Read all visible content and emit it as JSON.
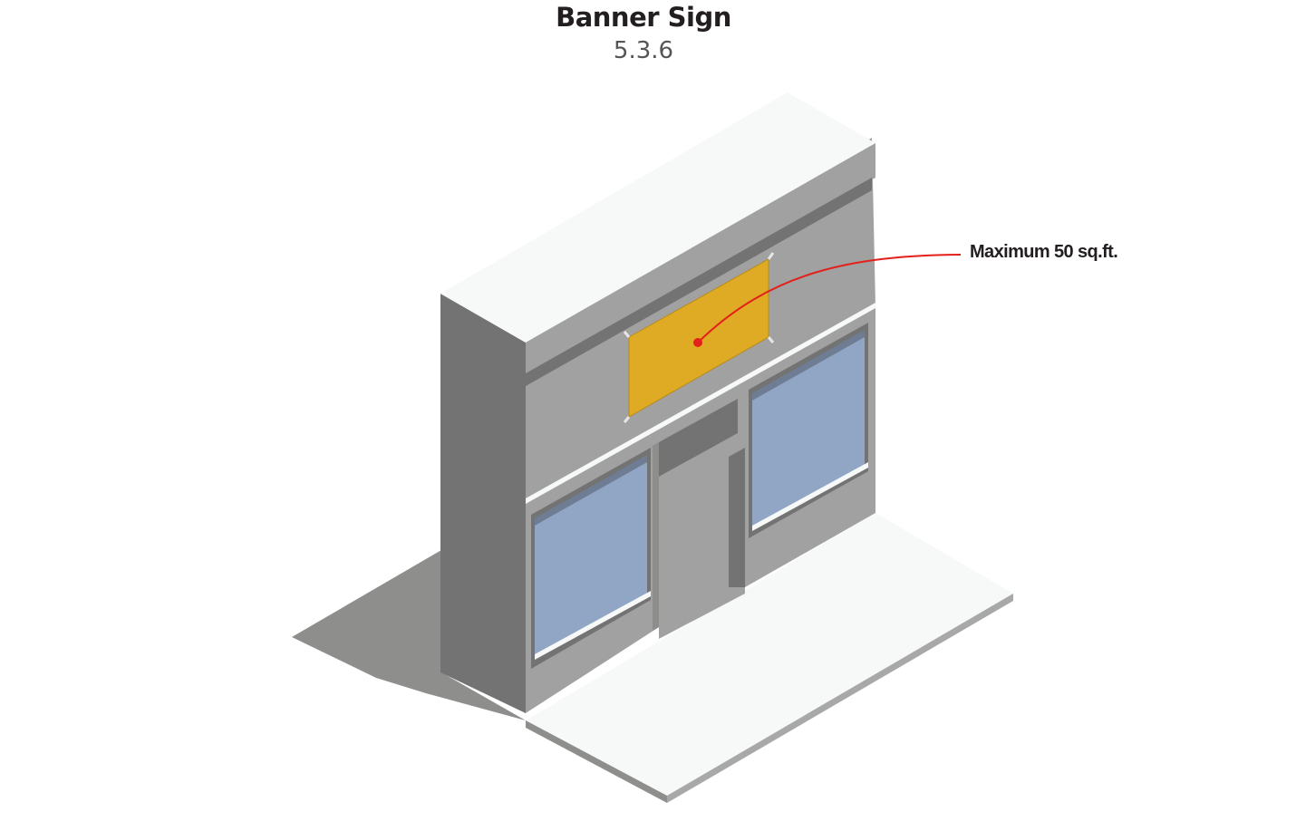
{
  "diagram": {
    "title": "Banner Sign",
    "subtitle": "5.3.6",
    "callout": "Maximum 50 sq.ft."
  },
  "colors": {
    "background": "#ffffff",
    "roof": "#f7f8f8",
    "facade": "#a0a1a0",
    "side_wall": "#727372",
    "shadow": "#8e8e8d",
    "window_glass": "#91a5c4",
    "banner": "#dfab24",
    "callout_line": "#e3201b",
    "sidewalk": "#f7f8f8",
    "sidewalk_edge": "#a8a8a8"
  }
}
